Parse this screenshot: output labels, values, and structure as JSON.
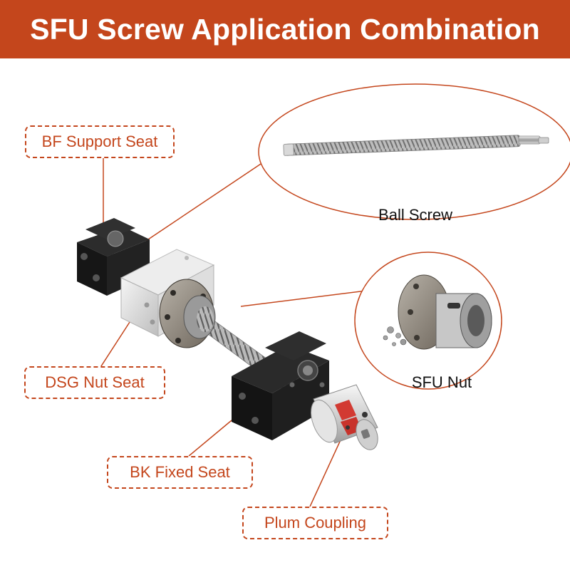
{
  "header": {
    "title": "SFU Screw Application Combination"
  },
  "callouts": {
    "bf_support_seat": "BF Support Seat",
    "dsg_nut_seat": "DSG Nut Seat",
    "bk_fixed_seat": "BK Fixed Seat",
    "plum_coupling": "Plum Coupling"
  },
  "zoom_views": {
    "ball_screw": "Ball Screw",
    "sfu_nut": "SFU Nut"
  },
  "colors": {
    "accent": "#c4461c",
    "background": "#ffffff",
    "caption": "#111111"
  }
}
